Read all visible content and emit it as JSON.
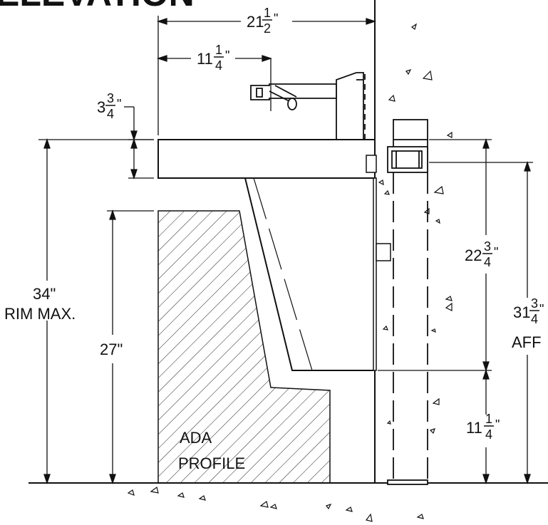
{
  "title": "ELEVATION",
  "labels": {
    "rim_max_value": "34\"",
    "rim_max_text": "RIM MAX.",
    "ada_height": "27\"",
    "ada_text_1": "ADA",
    "ada_text_2": "PROFILE",
    "aff_text": "AFF"
  },
  "dimensions": {
    "overall_depth": {
      "whole": "21",
      "num": "1",
      "den": "2",
      "unit": "\""
    },
    "spout_reach": {
      "whole": "11",
      "num": "1",
      "den": "4",
      "unit": "\""
    },
    "rim_thickness": {
      "whole": "3",
      "num": "3",
      "den": "4",
      "unit": "\""
    },
    "bowl_height": {
      "whole": "22",
      "num": "3",
      "den": "4",
      "unit": "\""
    },
    "aff_height": {
      "whole": "31",
      "num": "3",
      "den": "4",
      "unit": "\""
    },
    "base_height": {
      "whole": "11",
      "num": "1",
      "den": "4",
      "unit": "\""
    }
  }
}
